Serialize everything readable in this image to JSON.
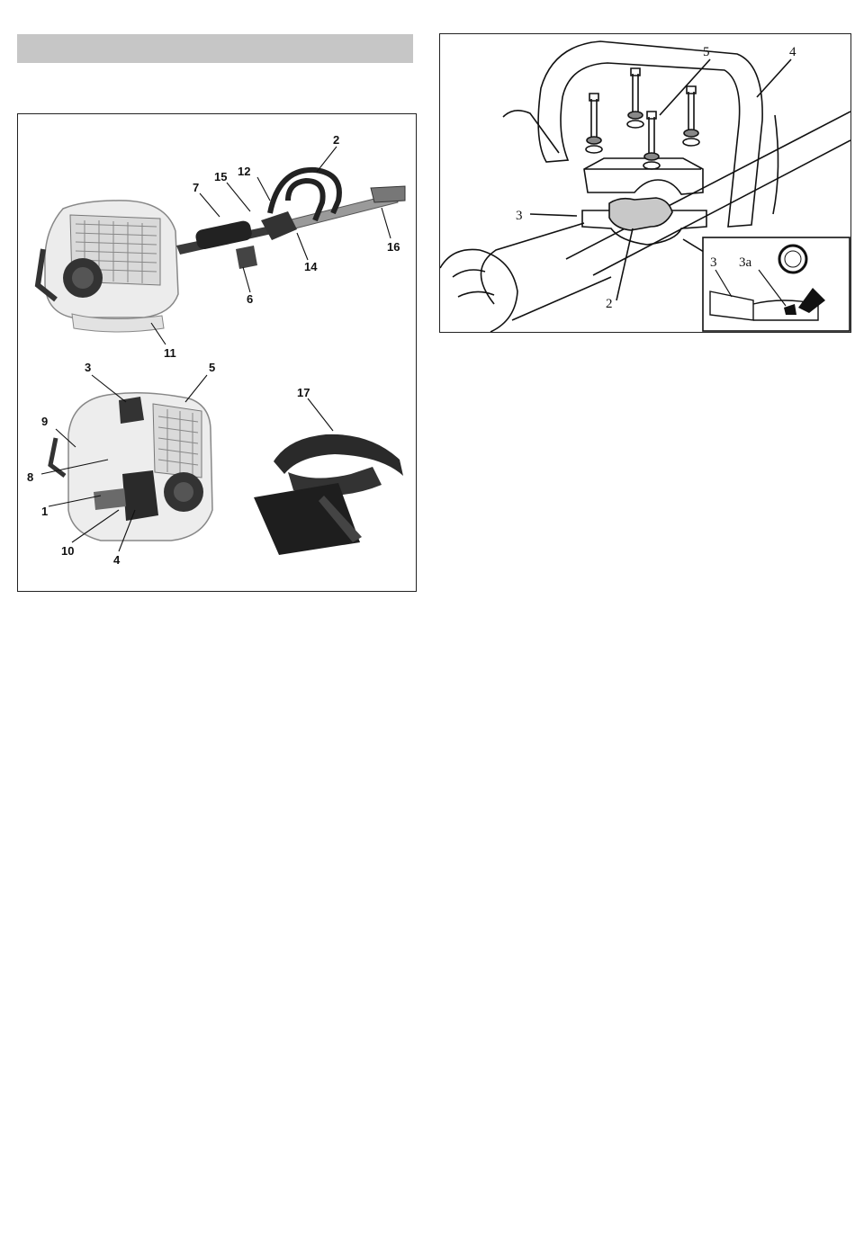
{
  "header": {
    "text": ""
  },
  "figure_left": {
    "callouts": [
      "2",
      "7",
      "15",
      "12",
      "16",
      "14",
      "6",
      "11",
      "3",
      "5",
      "9",
      "8",
      "1",
      "10",
      "4",
      "17"
    ]
  },
  "figure_right": {
    "callouts": [
      "5",
      "4",
      "3",
      "2"
    ],
    "inset": {
      "callouts": [
        "3",
        "3a"
      ]
    }
  }
}
